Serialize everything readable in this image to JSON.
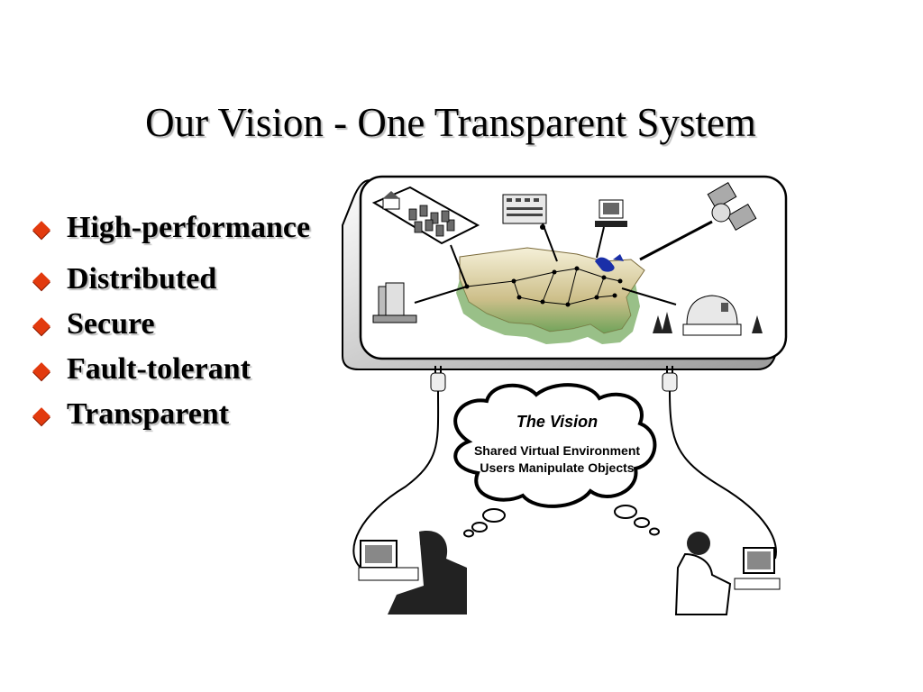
{
  "slide": {
    "title": "Our Vision - One Transparent System",
    "bullets": [
      "High-performance",
      "Distributed",
      "Secure",
      "Fault-tolerant",
      "Transparent"
    ]
  },
  "illustration": {
    "cloud": {
      "title": "The Vision",
      "lines": [
        "Shared Virtual Environment",
        "Users Manipulate Objects"
      ]
    },
    "icons": [
      "farm-icon",
      "server-rack-icon",
      "mainframe-icon",
      "instrument-panel-icon",
      "workstation-icon",
      "satellite-icon",
      "observatory-icon",
      "us-map-icon",
      "user-at-computer-icon"
    ]
  },
  "colors": {
    "bullet": "#e23a0e",
    "text": "#000000",
    "shadow": "#bdbdbd"
  }
}
